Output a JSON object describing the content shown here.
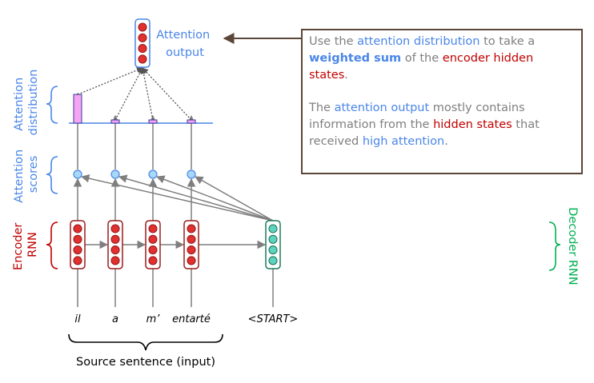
{
  "labels": {
    "attention_output": [
      "Attention",
      "output"
    ],
    "attention_distribution": [
      "Attention",
      "distribution"
    ],
    "attention_scores": [
      "Attention",
      "scores"
    ],
    "encoder_rnn": [
      "Encoder",
      "RNN"
    ],
    "decoder_rnn": "Decoder RNN",
    "source_caption": "Source sentence (input)"
  },
  "words": [
    "il",
    "a",
    "m’",
    "entarté"
  ],
  "start_token": "<START>",
  "callout": {
    "p1": [
      {
        "text": "Use the ",
        "style": "plain"
      },
      {
        "text": "attention distribution",
        "style": "blue"
      },
      {
        "text": " to take a ",
        "style": "plain"
      },
      {
        "text": "weighted sum",
        "style": "bold-blue"
      },
      {
        "text": " of the ",
        "style": "plain"
      },
      {
        "text": "encoder hidden states",
        "style": "red"
      },
      {
        "text": ".",
        "style": "plain"
      }
    ],
    "p2": [
      {
        "text": "The ",
        "style": "plain"
      },
      {
        "text": "attention output",
        "style": "blue"
      },
      {
        "text": " mostly contains information from the ",
        "style": "plain"
      },
      {
        "text": "hidden states",
        "style": "red"
      },
      {
        "text": " that received ",
        "style": "plain"
      },
      {
        "text": "high attention",
        "style": "blue"
      },
      {
        "text": ".",
        "style": "plain"
      }
    ]
  },
  "attention_weights": [
    0.78,
    0.08,
    0.07,
    0.07
  ],
  "colors": {
    "encoder": "#c00000",
    "encoder_fill": "#e03030",
    "decoder": "#1f7a5a",
    "decoder_fill": "#5fd3c0",
    "attention": "#4a86e8",
    "score_fill": "#a8d8f8",
    "dist_fill": "#f4a6f4",
    "bracket_green": "#00b050",
    "arrow": "#7f7f7f",
    "callout_border": "#5b4638"
  }
}
